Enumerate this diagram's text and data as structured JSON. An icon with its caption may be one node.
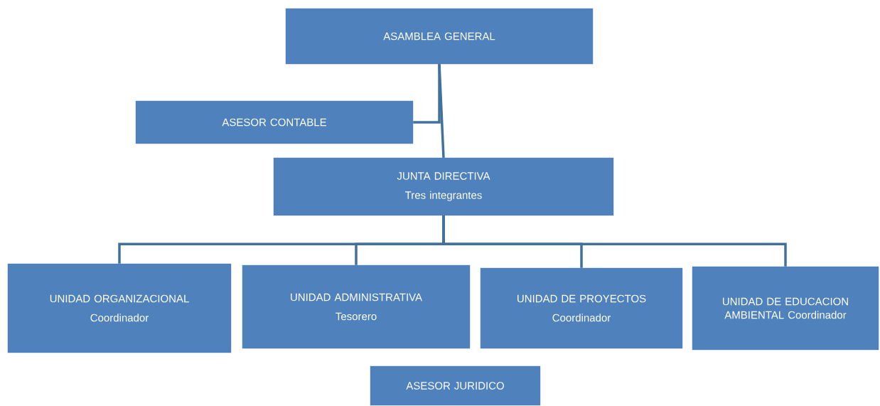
{
  "diagram": {
    "nodes": [
      {
        "text": [
          "ASAMBLEA GENERAL"
        ]
      },
      {
        "text": [
          "ASESOR CONTABLE"
        ]
      },
      {
        "text": [
          "JUNTA DIRECTIVA",
          "Tres integrantes"
        ]
      },
      {
        "text": [
          "UNIDAD ORGANIZACIONAL",
          "Coordinador"
        ]
      },
      {
        "text": [
          "UNIDAD ADMINISTRATIVA",
          "Tesorero"
        ]
      },
      {
        "text": [
          "UNIDAD DE PROYECTOS",
          "Coordinador"
        ]
      },
      {
        "text": [
          "UNIDAD DE EDUCACION AMBIENTAL Coordinador"
        ]
      },
      {
        "text": [
          "ASESOR JURIDICO"
        ]
      }
    ],
    "edges": [
      {
        "from": 0,
        "to": 2,
        "arrow": "none"
      },
      {
        "from": 1,
        "to": 0,
        "arrow": "none"
      },
      {
        "from": 2,
        "to": 3,
        "arrow": "none"
      },
      {
        "from": 2,
        "to": 4,
        "arrow": "none"
      },
      {
        "from": 2,
        "to": 5,
        "arrow": "none"
      },
      {
        "from": 2,
        "to": 6,
        "arrow": "none"
      }
    ]
  }
}
